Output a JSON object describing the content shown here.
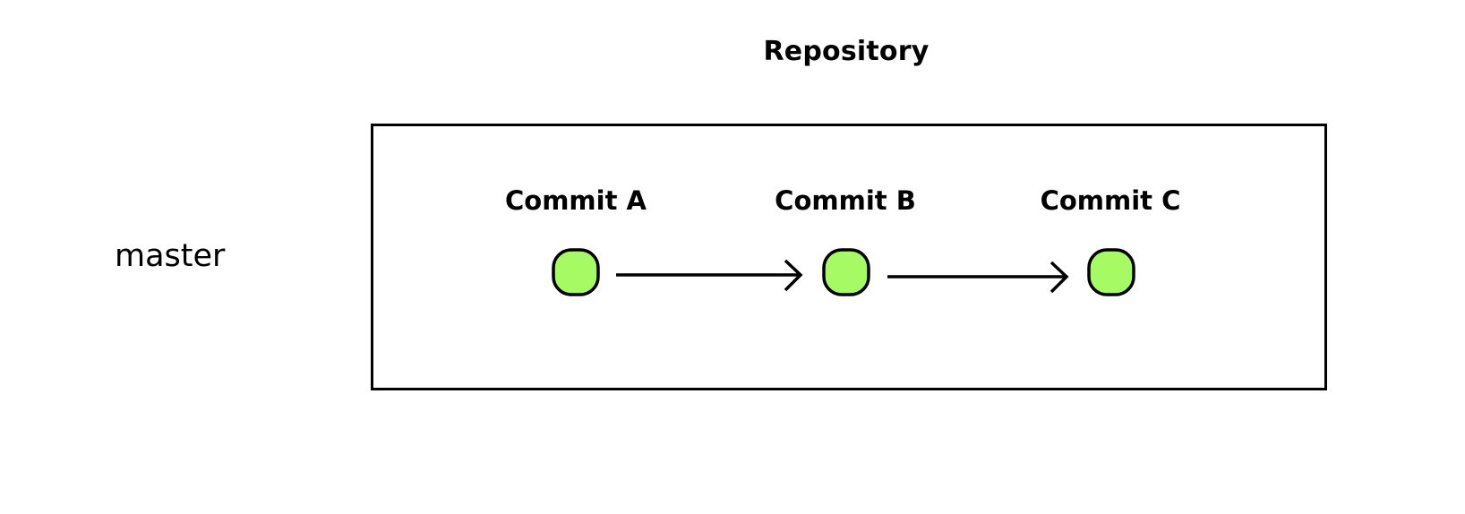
{
  "diagram": {
    "title": "Repository",
    "branch": "master",
    "commits": [
      {
        "label": "Commit A"
      },
      {
        "label": "Commit B"
      },
      {
        "label": "Commit C"
      }
    ],
    "node_fill": "#a6fb64",
    "stroke_color": "#000000"
  }
}
